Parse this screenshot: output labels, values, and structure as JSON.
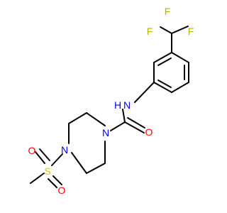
{
  "molecule": {
    "atoms": {
      "F1": {
        "symbol": "F",
        "color": "#b3b300"
      },
      "F2": {
        "symbol": "F",
        "color": "#b3b300"
      },
      "F3": {
        "symbol": "F",
        "color": "#b3b300"
      },
      "N_amide": {
        "symbol": "N",
        "sub": "H",
        "color": "#0000ff"
      },
      "O_carbonyl": {
        "symbol": "O",
        "color": "#ff0000"
      },
      "N_pip1": {
        "symbol": "N",
        "color": "#0000ff"
      },
      "N_pip4": {
        "symbol": "N",
        "color": "#0000ff"
      },
      "S": {
        "symbol": "S",
        "color": "#cccc00"
      },
      "O_s1": {
        "symbol": "O",
        "color": "#ff0000"
      },
      "O_s2": {
        "symbol": "O",
        "color": "#ff0000"
      }
    },
    "bond_color": "#000000"
  }
}
